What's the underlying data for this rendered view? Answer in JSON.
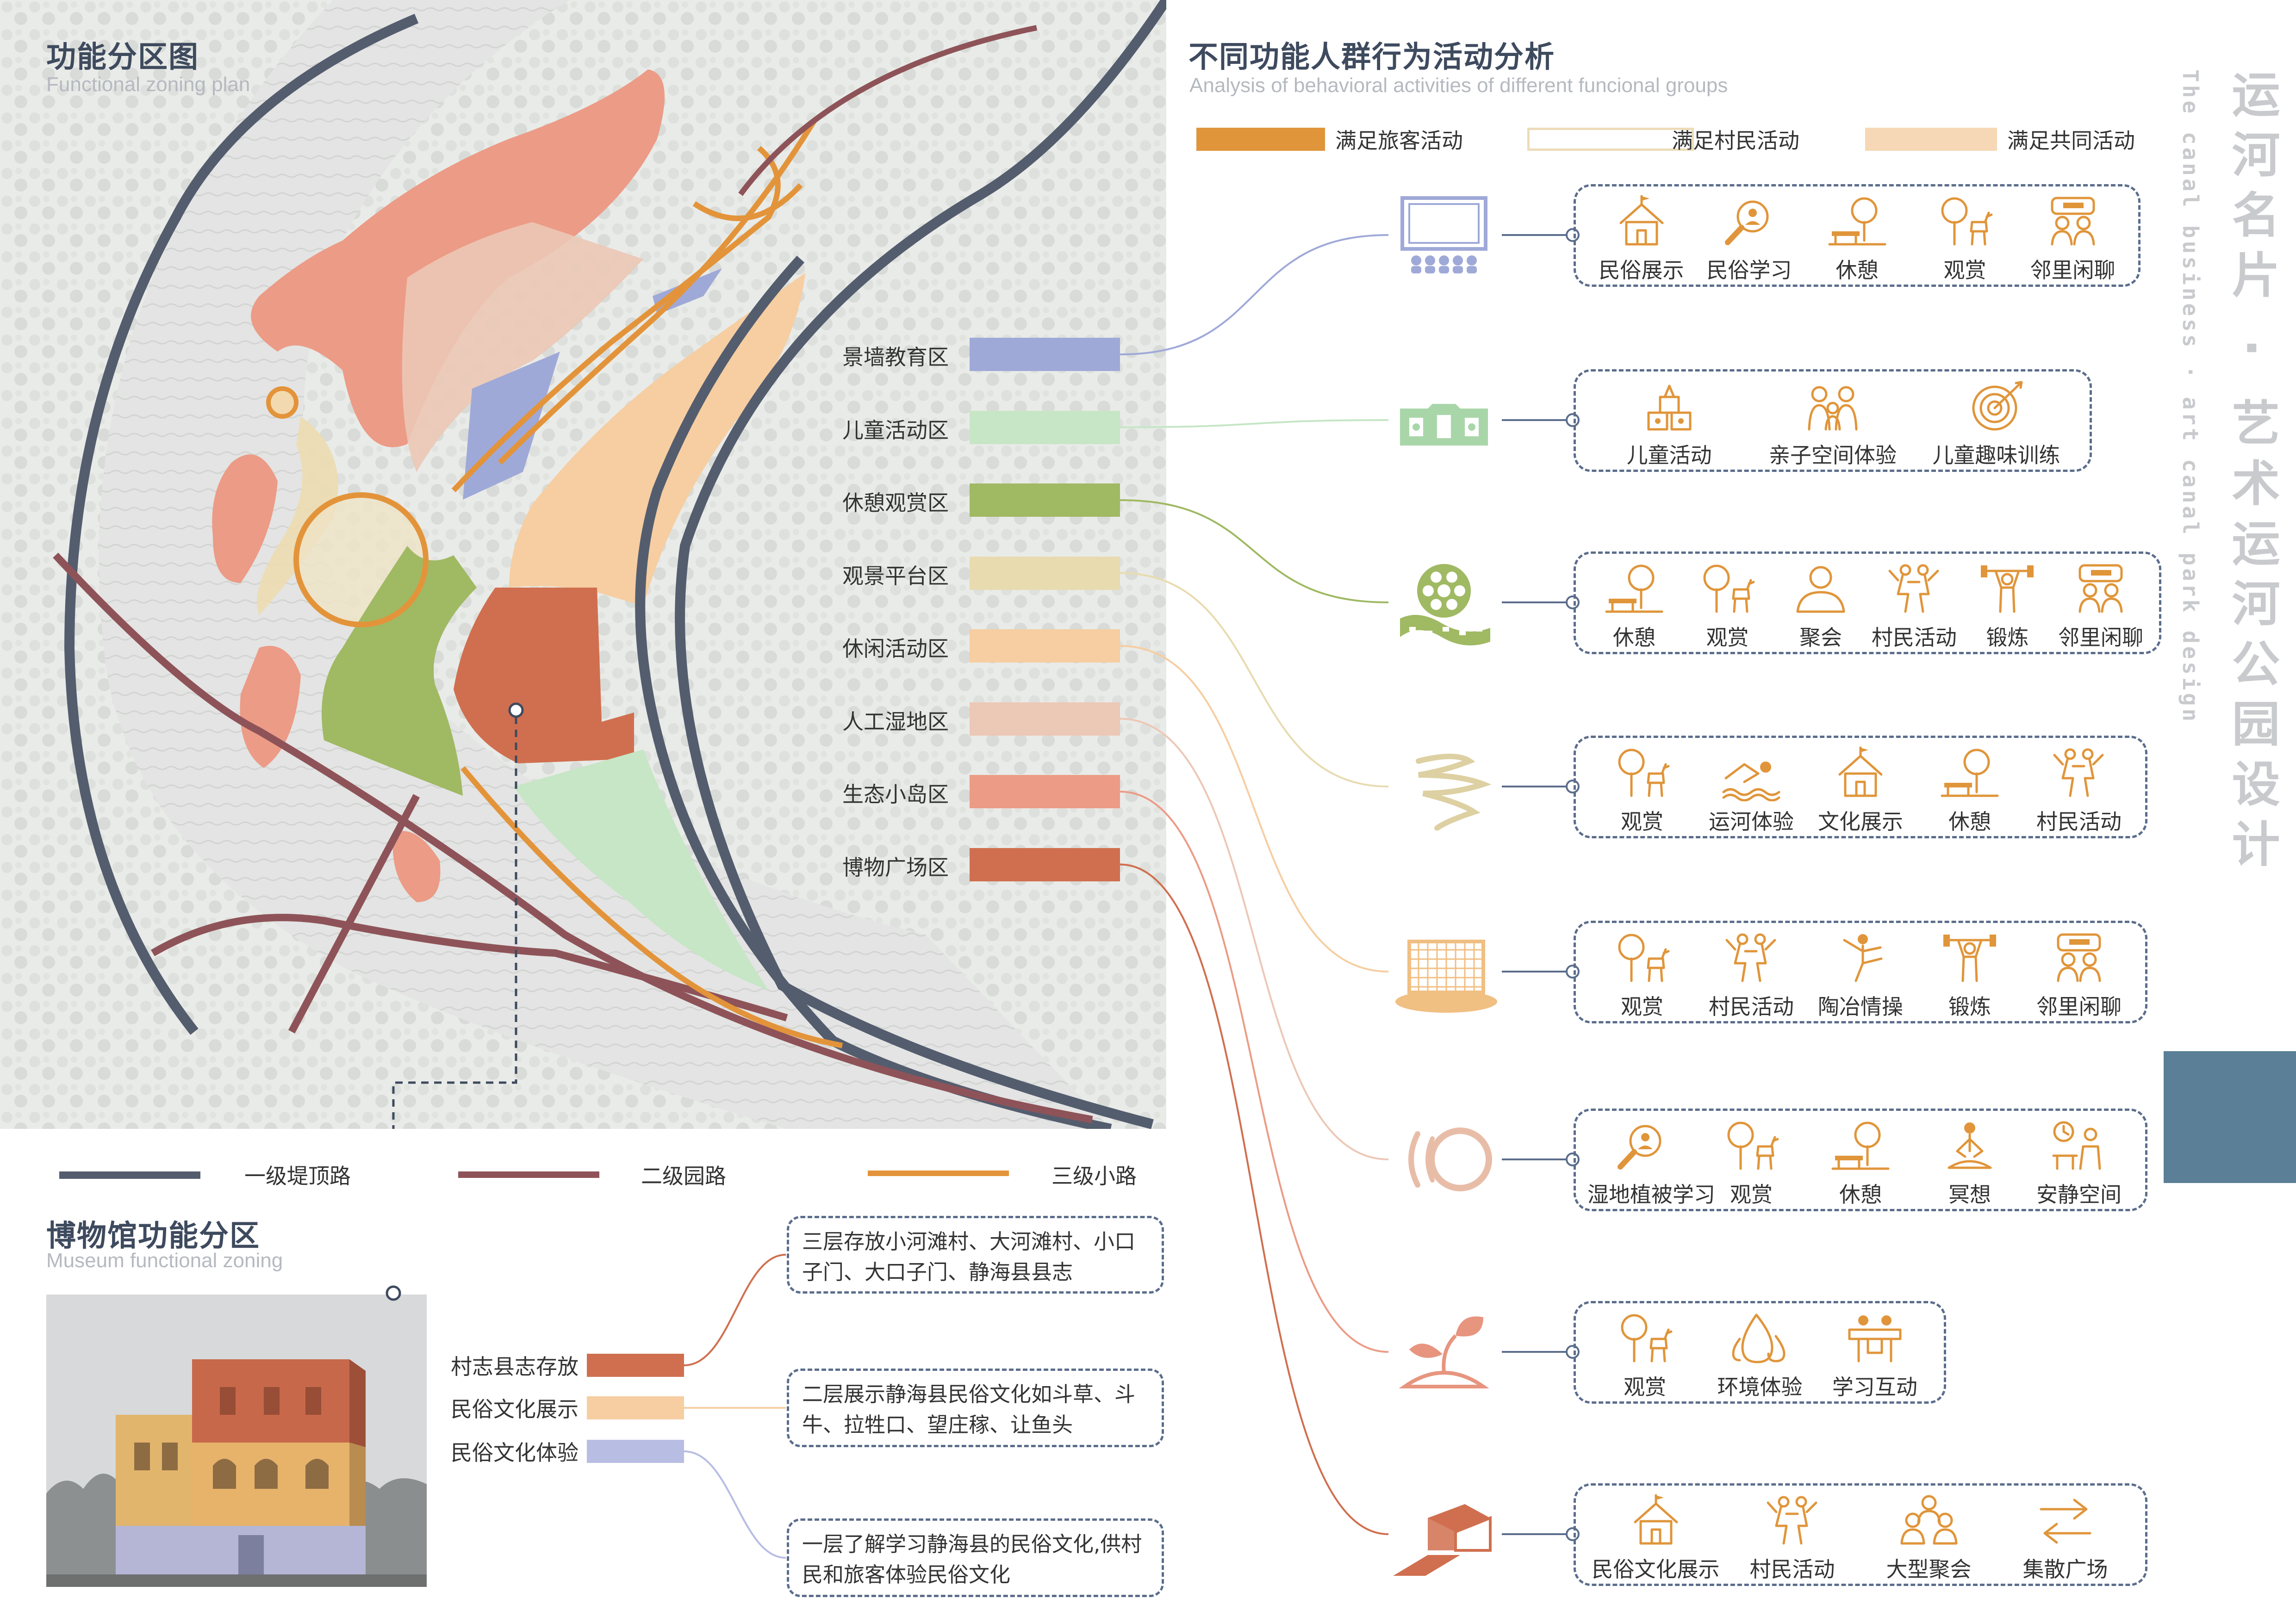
{
  "left": {
    "title": "功能分区图",
    "subtitle": "Functional zoning plan",
    "zones": [
      {
        "label": "景墙教育区",
        "color": "#9fa9d8"
      },
      {
        "label": "儿童活动区",
        "color": "#c6e6c5"
      },
      {
        "label": "休憩观赏区",
        "color": "#a0b963"
      },
      {
        "label": "观景平台区",
        "color": "#e8dbb0"
      },
      {
        "label": "休闲活动区",
        "color": "#f6cea2"
      },
      {
        "label": "人工湿地区",
        "color": "#ecc8b6"
      },
      {
        "label": "生态小岛区",
        "color": "#ec9b86"
      },
      {
        "label": "博物广场区",
        "color": "#d06f4f"
      }
    ],
    "roads": [
      {
        "label": "一级堤顶路",
        "color": "#545d6e"
      },
      {
        "label": "二级园路",
        "color": "#8e5358"
      },
      {
        "label": "三级小路",
        "color": "#e3943a"
      }
    ]
  },
  "museum": {
    "title": "博物馆功能分区",
    "subtitle": "Museum functional zoning",
    "floors": [
      {
        "label": "村志县志存放",
        "color": "#d06f4f",
        "text": "三层存放小河滩村、大河滩村、小口子门、大口子门、静海县县志"
      },
      {
        "label": "民俗文化展示",
        "color": "#f6cea2",
        "text": "二层展示静海县民俗文化如斗草、斗牛、拉牲口、望庄稼、让鱼头"
      },
      {
        "label": "民俗文化体验",
        "color": "#b7bde3",
        "text": "一层了解学习静海县的民俗文化,供村民和旅客体验民俗文化"
      }
    ]
  },
  "right": {
    "title": "不同功能人群行为活动分析",
    "subtitle": "Analysis of behavioral activities of different funcional groups",
    "legend": [
      {
        "label": "满足旅客活动",
        "style": "filled",
        "color": "#e0953a"
      },
      {
        "label": "满足村民活动",
        "style": "outline",
        "color": "#ecdcb8"
      },
      {
        "label": "满足共同活动",
        "style": "light",
        "color": "#f6d8b6"
      }
    ],
    "rows": [
      {
        "zone_icon": "screen-audience-icon",
        "color": "#9fa9d8",
        "activities": [
          {
            "label": "民俗展示",
            "icon": "house-flag-icon"
          },
          {
            "label": "民俗学习",
            "icon": "magnifier-person-icon"
          },
          {
            "label": "休憩",
            "icon": "bench-tree-icon"
          },
          {
            "label": "观赏",
            "icon": "tree-deer-icon"
          },
          {
            "label": "邻里闲聊",
            "icon": "people-chat-icon"
          }
        ]
      },
      {
        "zone_icon": "children-wall-icon",
        "color": "#a9d6a9",
        "activities": [
          {
            "label": "儿童活动",
            "icon": "toy-blocks-icon"
          },
          {
            "label": "亲子空间体验",
            "icon": "family-icon"
          },
          {
            "label": "儿童趣味训练",
            "icon": "target-icon"
          }
        ]
      },
      {
        "zone_icon": "film-reel-icon",
        "color": "#a0b963",
        "activities": [
          {
            "label": "休憩",
            "icon": "bench-tree-icon"
          },
          {
            "label": "观赏",
            "icon": "tree-deer-icon"
          },
          {
            "label": "聚会",
            "icon": "gathering-icon"
          },
          {
            "label": "村民活动",
            "icon": "dancing-couple-icon"
          },
          {
            "label": "锻炼",
            "icon": "weightlifter-icon"
          },
          {
            "label": "邻里闲聊",
            "icon": "people-chat-icon"
          }
        ]
      },
      {
        "zone_icon": "zigzag-path-icon",
        "color": "#ddd0a2",
        "activities": [
          {
            "label": "观赏",
            "icon": "tree-deer-icon"
          },
          {
            "label": "运河体验",
            "icon": "swimmer-icon"
          },
          {
            "label": "文化展示",
            "icon": "house-flag-icon"
          },
          {
            "label": "休憩",
            "icon": "bench-tree-icon"
          },
          {
            "label": "村民活动",
            "icon": "dancing-couple-icon"
          }
        ]
      },
      {
        "zone_icon": "net-court-icon",
        "color": "#f0bf82",
        "activities": [
          {
            "label": "观赏",
            "icon": "tree-deer-icon"
          },
          {
            "label": "村民活动",
            "icon": "dancing-couple-icon"
          },
          {
            "label": "陶冶情操",
            "icon": "yoga-icon"
          },
          {
            "label": "锻炼",
            "icon": "weightlifter-icon"
          },
          {
            "label": "邻里闲聊",
            "icon": "people-chat-icon"
          }
        ]
      },
      {
        "zone_icon": "ring-arcs-icon",
        "color": "#e8bda8",
        "activities": [
          {
            "label": "湿地植被学习",
            "icon": "magnifier-person-icon"
          },
          {
            "label": "观赏",
            "icon": "tree-deer-icon"
          },
          {
            "label": "休憩",
            "icon": "bench-tree-icon"
          },
          {
            "label": "冥想",
            "icon": "meditation-icon"
          },
          {
            "label": "安静空间",
            "icon": "clock-bench-icon"
          }
        ]
      },
      {
        "zone_icon": "sprout-leaf-icon",
        "color": "#e7957f",
        "activities": [
          {
            "label": "观赏",
            "icon": "tree-deer-icon"
          },
          {
            "label": "环境体验",
            "icon": "flame-drops-icon"
          },
          {
            "label": "学习互动",
            "icon": "teaching-icon"
          }
        ]
      },
      {
        "zone_icon": "museum-block-icon",
        "color": "#d06f4f",
        "activities": [
          {
            "label": "民俗文化展示",
            "icon": "house-flag-icon"
          },
          {
            "label": "村民活动",
            "icon": "dancing-couple-icon"
          },
          {
            "label": "大型聚会",
            "icon": "crowd-icon"
          },
          {
            "label": "集散广场",
            "icon": "two-way-arrows-icon"
          }
        ]
      }
    ]
  },
  "side": {
    "title_cn": "运河名片 · 艺术运河公园设计",
    "title_en": "The canal business · art canal park design",
    "accent": "#5a7f96"
  },
  "icon_color": "#e0953a",
  "line_color": "#5b6d8c"
}
